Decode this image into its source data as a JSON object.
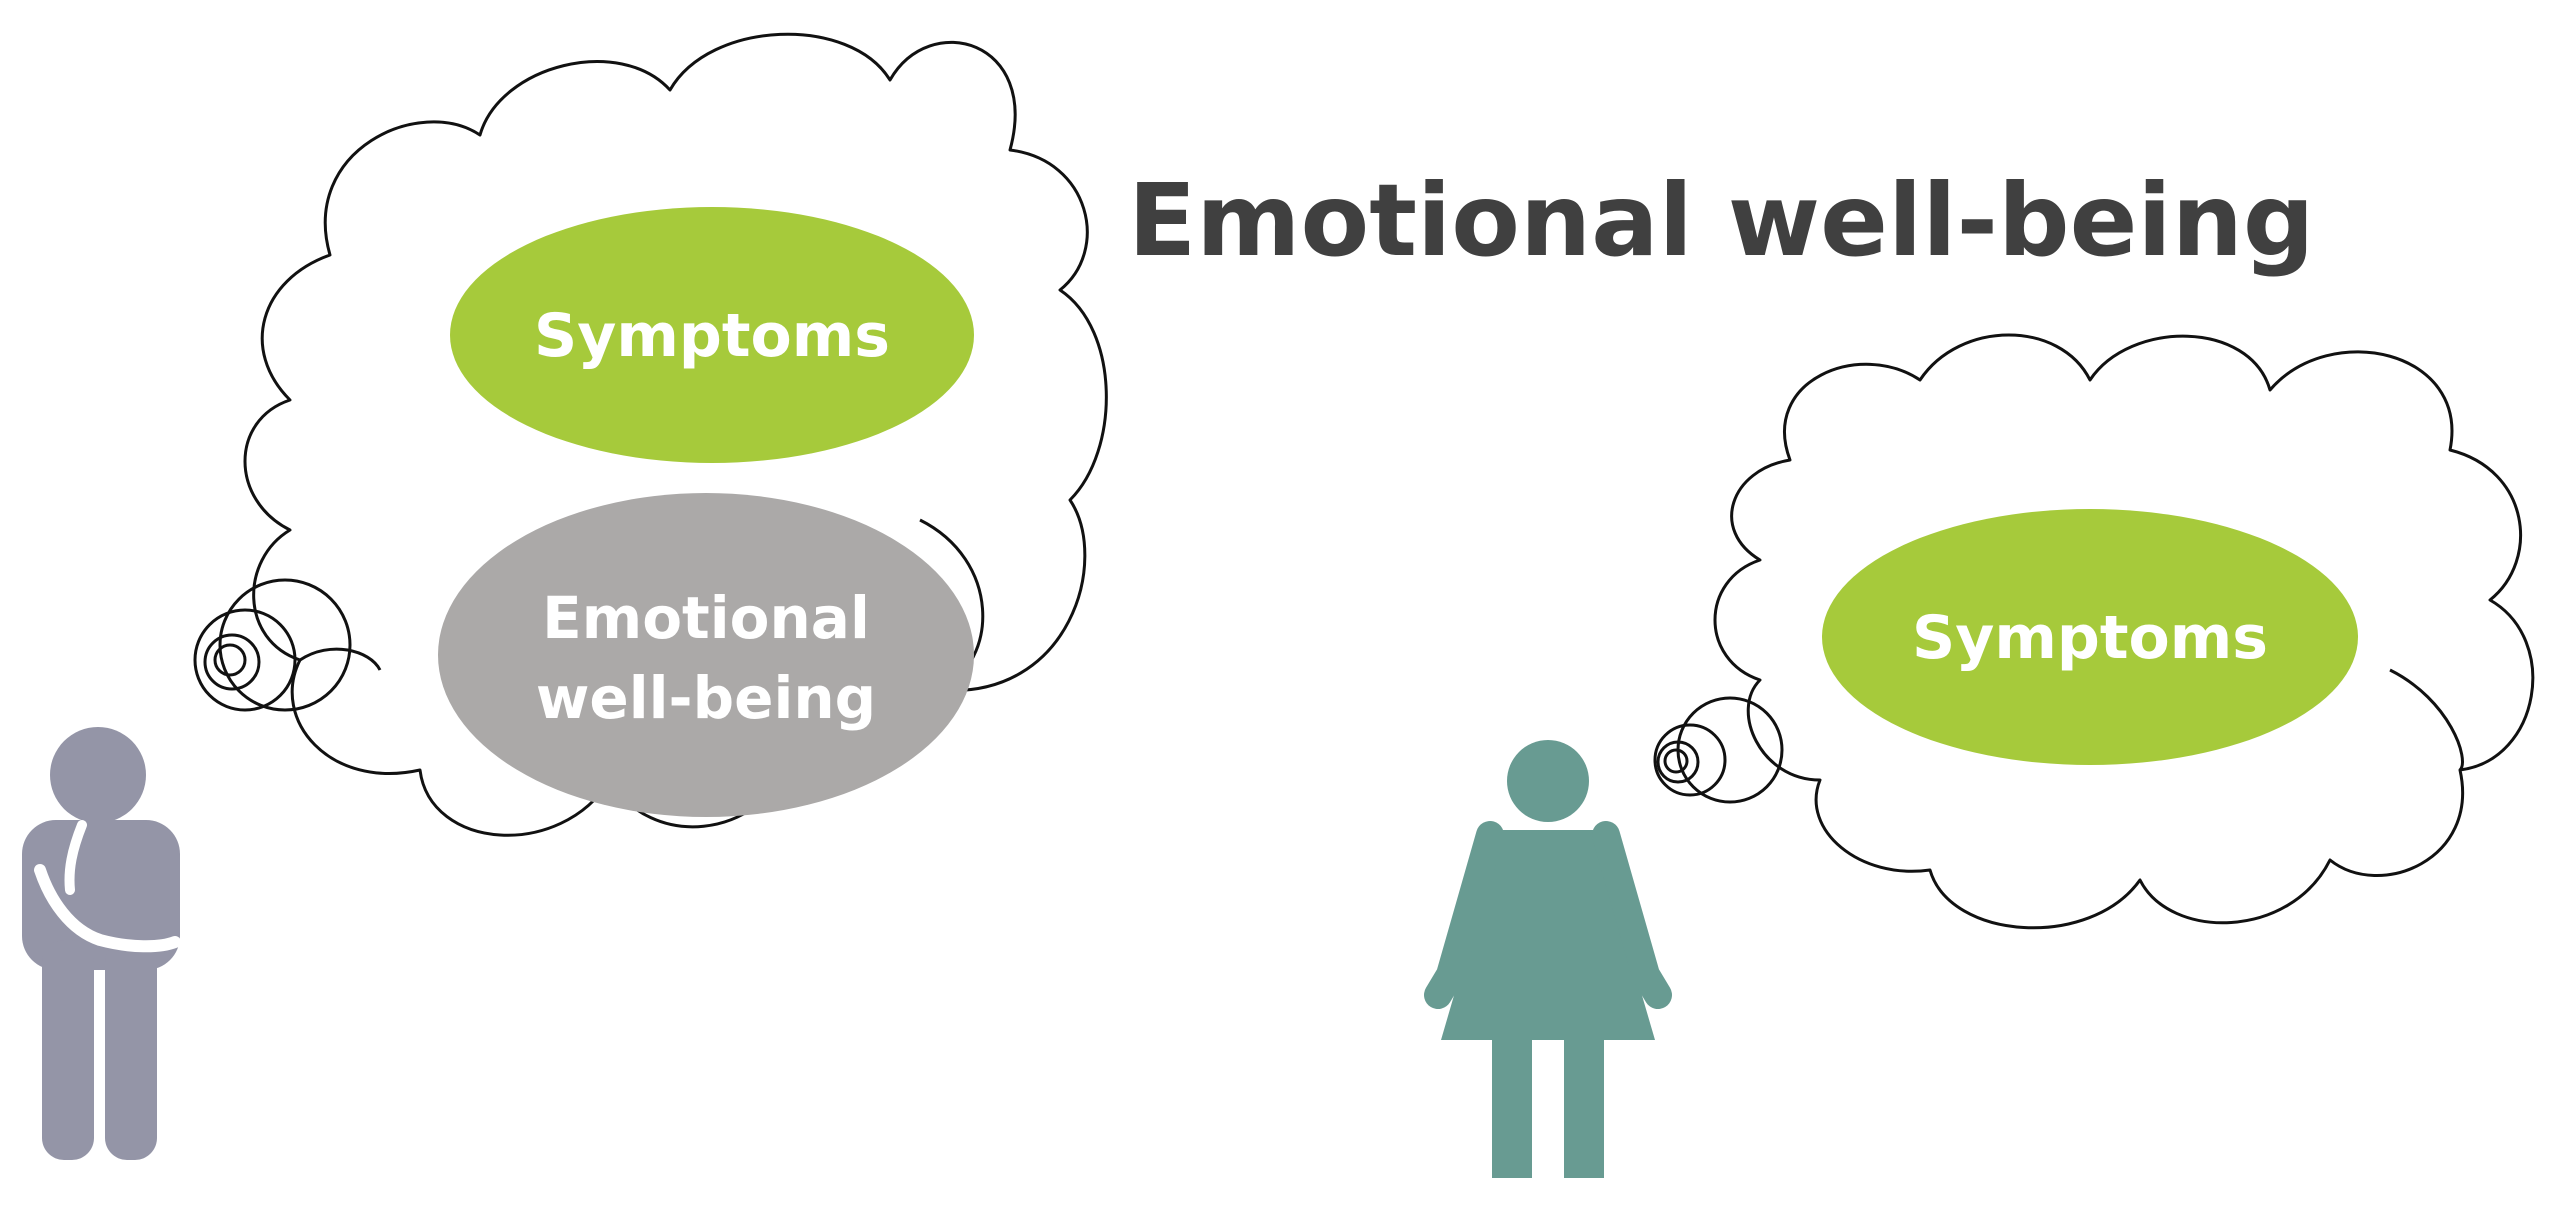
{
  "title": "Emotional well-being",
  "left_thought": {
    "bubbles": [
      {
        "label": "Symptoms"
      },
      {
        "label_line1": "Emotional",
        "label_line2": "well-being"
      }
    ]
  },
  "right_thought": {
    "bubbles": [
      {
        "label": "Symptoms"
      }
    ]
  },
  "figures": {
    "left": {
      "icon": "thinking-person-icon"
    },
    "right": {
      "icon": "woman-icon"
    }
  },
  "colors": {
    "title": "#404040",
    "symptoms_fill": "#a6ca3b",
    "emotional_fill": "#aba9a8",
    "bubble_text": "#ffffff",
    "left_figure": "#9495a7",
    "right_figure": "#689b92",
    "cloud_stroke": "#111111"
  }
}
